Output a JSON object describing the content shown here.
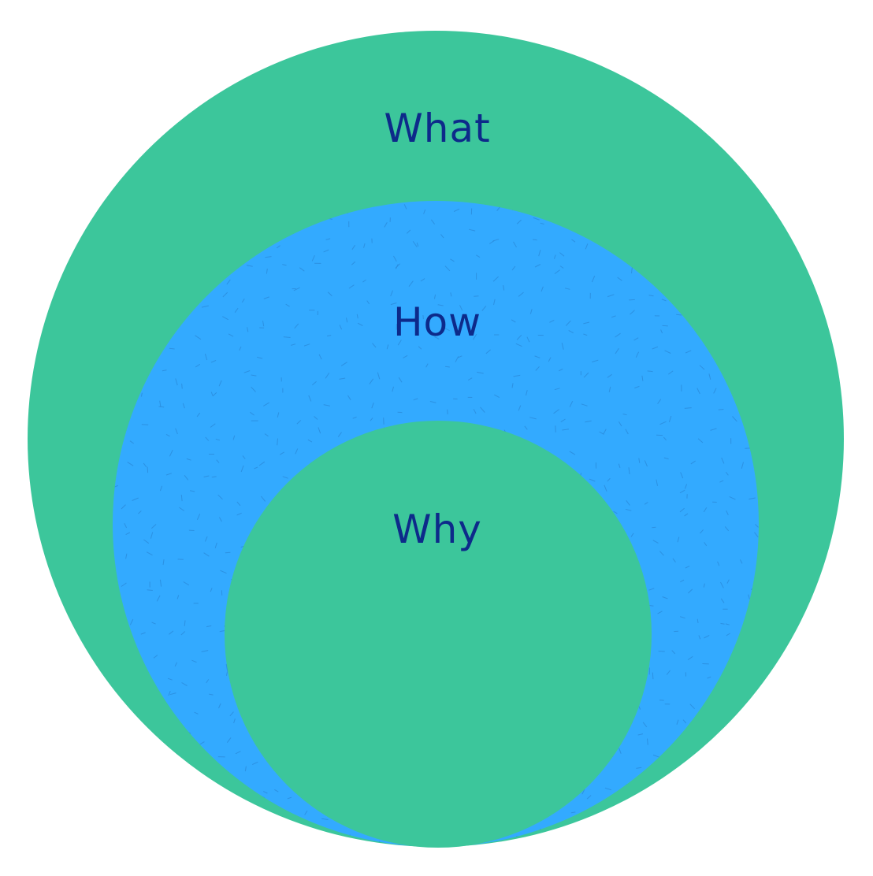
{
  "colors": {
    "background": "#ffffff",
    "outer_circle": "#3cc69b",
    "middle_circle": "#33aaff",
    "inner_circle": "#3cc69b",
    "label_text": "#0d2a8a",
    "texture_stroke": "#2a86d6"
  },
  "circles": {
    "outer": {
      "label": "What"
    },
    "middle": {
      "label": "How"
    },
    "inner": {
      "label": "Why"
    }
  }
}
